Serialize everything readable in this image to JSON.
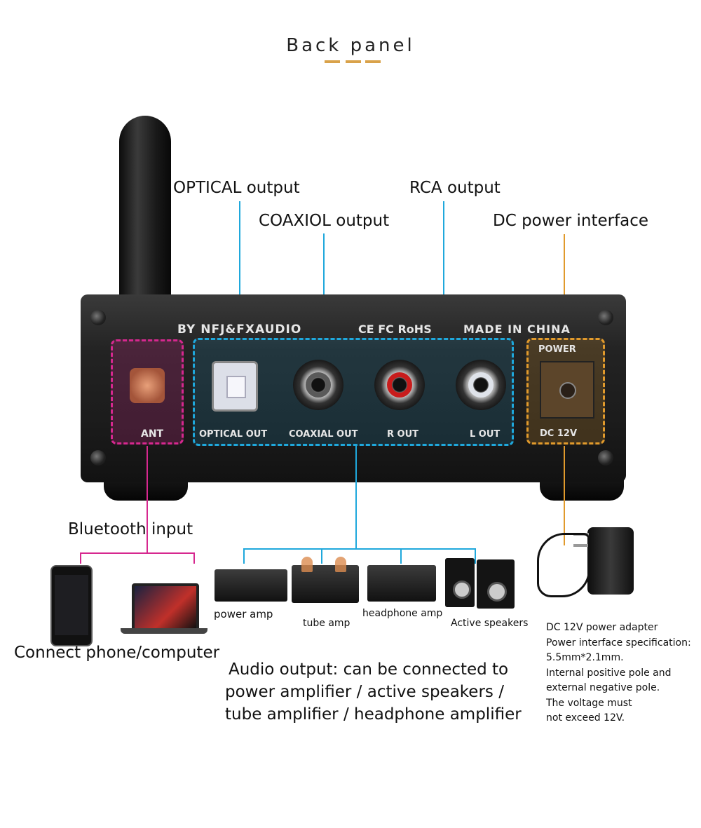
{
  "header": {
    "title": "Back panel"
  },
  "callouts": {
    "optical": "OPTICAL output",
    "coaxial": "COAXIOL output",
    "rca": "RCA output",
    "dc": "DC power interface",
    "bluetooth": "Bluetooth input"
  },
  "panel": {
    "brand": "BY NFJ&FXAUDIO",
    "marks": "CE FC RoHS",
    "made_in": "MADE IN CHINA",
    "ant": "ANT",
    "optical_out": "OPTICAL OUT",
    "coaxial_out": "COAXIAL OUT",
    "r_out": "R OUT",
    "l_out": "L OUT",
    "power": "POWER",
    "dc12v": "DC 12V"
  },
  "devices": {
    "power_amp": "power amp",
    "tube_amp": "tube amp",
    "headphone_amp": "headphone amp",
    "active_speakers": "Active speakers",
    "connect": "Connect phone/computer"
  },
  "audio_output": [
    "Audio output: can be connected to",
    "power amplifier / active speakers /",
    "tube amplifier / headphone amplifier"
  ],
  "adapter_notes": [
    "DC 12V power adapter",
    "Power interface specification:",
    "5.5mm*2.1mm.",
    "Internal positive pole and",
    "external negative pole.",
    "The voltage must",
    "not exceed 12V."
  ],
  "colors": {
    "blue": "#1fa8dc",
    "magenta": "#d6288f",
    "orange": "#e19a2c",
    "accent_dash": "#d9a24a"
  },
  "icons": [
    "antenna-icon",
    "phone-icon",
    "laptop-icon",
    "power-adapter-icon",
    "speaker-icon"
  ]
}
